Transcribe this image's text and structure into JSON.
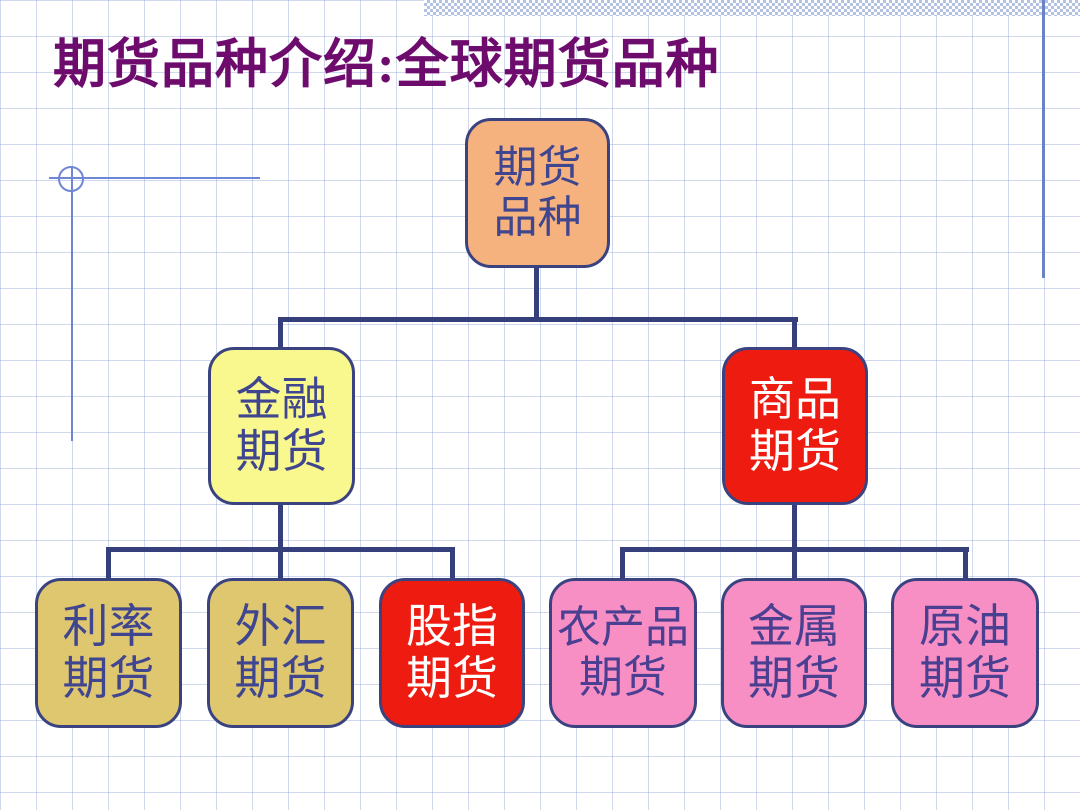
{
  "slide": {
    "title": "期货品种介绍:全球期货品种"
  },
  "diagram": {
    "type": "org-chart-hierarchy",
    "root": {
      "id": "futures-products",
      "label": "期货\n品种",
      "fill": "#F5B27E",
      "text_color": "#40458F"
    },
    "level2": [
      {
        "id": "financial-futures",
        "label": "金融\n期货",
        "fill": "#F8F88E",
        "text_color": "#40458F",
        "parent": "futures-products"
      },
      {
        "id": "commodity-futures",
        "label": "商品\n期货",
        "fill": "#EE1B10",
        "text_color": "#FFFFFF",
        "parent": "futures-products"
      }
    ],
    "level3": [
      {
        "id": "interest-rate-futures",
        "label": "利率\n期货",
        "fill": "#DEC76F",
        "text_color": "#40458F",
        "parent": "financial-futures"
      },
      {
        "id": "forex-futures",
        "label": "外汇\n期货",
        "fill": "#DEC76F",
        "text_color": "#40458F",
        "parent": "financial-futures"
      },
      {
        "id": "stock-index-futures",
        "label": "股指\n期货",
        "fill": "#EE1B10",
        "text_color": "#FFFFFF",
        "parent": "financial-futures"
      },
      {
        "id": "agricultural-futures",
        "label": "农产品\n期货",
        "fill": "#F78FC5",
        "text_color": "#4A3F90",
        "parent": "commodity-futures"
      },
      {
        "id": "metal-futures",
        "label": "金属\n期货",
        "fill": "#F78FC5",
        "text_color": "#4A3F90",
        "parent": "commodity-futures"
      },
      {
        "id": "crude-oil-futures",
        "label": "原油\n期货",
        "fill": "#F78FC5",
        "text_color": "#4A3F90",
        "parent": "commodity-futures"
      }
    ]
  },
  "colors": {
    "title_text": "#6E0C6E",
    "connector": "#343F7C",
    "node_border": "#3A4380",
    "grid_line": "#98A8D4",
    "decor_line_blue": "#6F86D4",
    "top_band_blue": "#B3C2E2",
    "background": "#FFFFFF"
  }
}
